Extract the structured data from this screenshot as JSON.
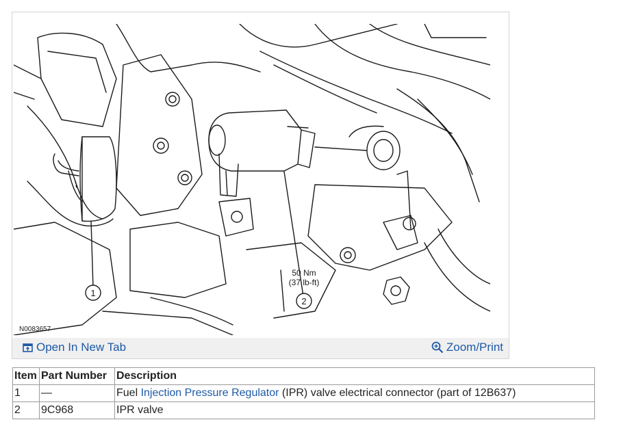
{
  "figure": {
    "code": "N0083657",
    "callouts": [
      {
        "number": "1"
      },
      {
        "number": "2",
        "label_line1": "50 Nm",
        "label_line2": "(37 lb-ft)"
      }
    ]
  },
  "toolbar": {
    "open_tab_label": "Open In New Tab",
    "zoom_print_label": "Zoom/Print",
    "open_tab_icon": "open-in-new-tab-icon",
    "zoom_icon": "magnifier-plus-icon",
    "link_color": "#1d5aa6"
  },
  "table": {
    "headers": [
      "Item",
      "Part Number",
      "Description"
    ],
    "rows": [
      {
        "item": "1",
        "part_number": "—",
        "description_before": "Fuel ",
        "description_link": "Injection Pressure Regulator",
        "description_after": " (IPR) valve electrical connector (part of 12B637)"
      },
      {
        "item": "2",
        "part_number": "9C968",
        "description": "IPR valve"
      }
    ]
  }
}
